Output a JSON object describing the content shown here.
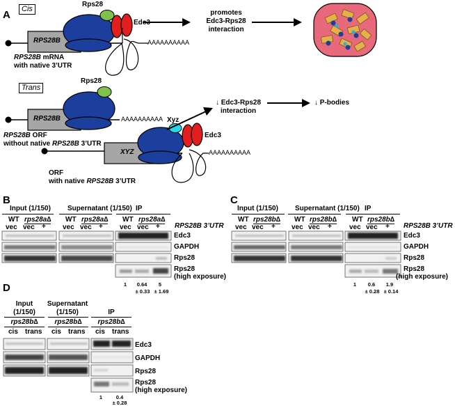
{
  "panelA": {
    "letter": "A",
    "cis": {
      "tag": "Cis",
      "gene": "RPS28B",
      "rps28": "Rps28",
      "edc3": "Edc3",
      "polyA": "AAAAAAAAAA",
      "mrna_gene": "RPS28B",
      "mrna_rest": " mRNA",
      "mrna_line2": "with native 3’UTR",
      "effect_line1": "promotes",
      "effect_line2": "Edc3-Rps28",
      "effect_line3": "interaction"
    },
    "trans": {
      "tag": "Trans",
      "gene": "RPS28B",
      "rps28": "Rps28",
      "polyA1": "AAAAAAAAAA",
      "orf_gene": "RPS28B",
      "orf_rest": " ORF",
      "orf_line2_pre": "without native ",
      "orf_line2_gene": "RPS28B",
      "orf_line2_post": " 3’UTR",
      "xyz": "XYZ",
      "xyz_protein": "Xyz",
      "edc3": "Edc3",
      "polyA2": "AAAAAAAAAA",
      "orf2_line1": "ORF",
      "orf2_line2_pre": "with native ",
      "orf2_line2_gene": "RPS28B",
      "orf2_line2_post": " 3’UTR",
      "effect1_line1": "↓ Edc3-Rps28",
      "effect1_line2": "interaction",
      "effect2": "↓ P-bodies"
    }
  },
  "panelB": {
    "letter": "B",
    "input": "Input (1/150)",
    "supernatant": "Supernatant (1/150)",
    "ip": "IP",
    "wt": "WT",
    "mutant": "rps28a∆",
    "vec": "vec",
    "plus": "+",
    "utr_label": "RPS28B 3’UTR",
    "rows": [
      "Edc3",
      "GAPDH",
      "Rps28",
      "Rps28",
      "(high exposure)"
    ],
    "quant_top": [
      "1",
      "0.64",
      "5"
    ],
    "quant_bottom": [
      "",
      "± 0.33",
      "± 1.69"
    ]
  },
  "panelC": {
    "letter": "C",
    "input": "Input (1/150)",
    "supernatant": "Supernatant (1/150)",
    "ip": "IP",
    "wt": "WT",
    "mutant": "rps28b∆",
    "vec": "vec",
    "plus": "+",
    "utr_label": "RPS28B 3’UTR",
    "rows": [
      "Edc3",
      "GAPDH",
      "Rps28",
      "Rps28",
      "(high exposure)"
    ],
    "quant_top": [
      "1",
      "0.6",
      "1.9"
    ],
    "quant_bottom": [
      "",
      "± 0.28",
      "± 0.14"
    ]
  },
  "panelD": {
    "letter": "D",
    "input_l1": "Input",
    "input_l2": "(1/150)",
    "super_l1": "Supernatant",
    "super_l2": "(1/150)",
    "ip": "IP",
    "mutant": "rps28b∆",
    "cis": "cis",
    "trans": "trans",
    "rows": [
      "Edc3",
      "GAPDH",
      "Rps28",
      "Rps28",
      "(high exposure)"
    ],
    "quant_top": [
      "1",
      "0.4"
    ],
    "quant_bottom": [
      "",
      "± 0.28"
    ]
  }
}
